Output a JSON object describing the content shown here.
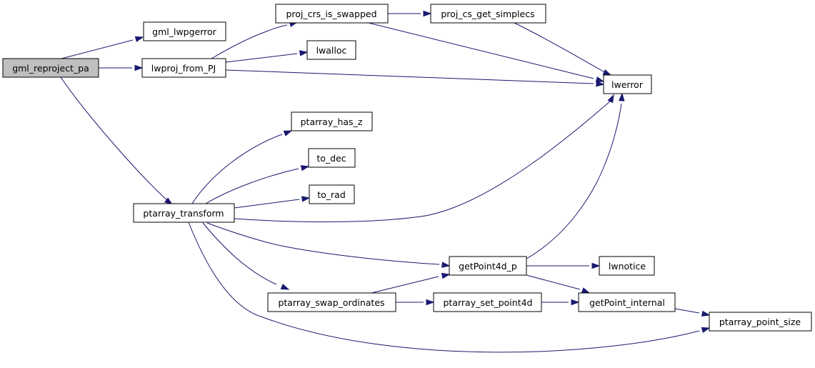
{
  "graph": {
    "title": "",
    "colors": {
      "edge": "#191970",
      "root_fill": "#bfbfbf",
      "node_fill": "#ffffff",
      "node_border": "#000000"
    },
    "nodes": {
      "gml_reproject_pa": "gml_reproject_pa",
      "gml_lwpgerror": "gml_lwpgerror",
      "lwproj_from_PJ": "lwproj_from_PJ",
      "ptarray_transform": "ptarray_transform",
      "proj_crs_is_swapped": "proj_crs_is_swapped",
      "proj_cs_get_simplecs": "proj_cs_get_simplecs",
      "lwalloc": "lwalloc",
      "lwerror": "lwerror",
      "ptarray_has_z": "ptarray_has_z",
      "to_dec": "to_dec",
      "to_rad": "to_rad",
      "getPoint4d_p": "getPoint4d_p",
      "lwnotice": "lwnotice",
      "ptarray_swap_ordinates": "ptarray_swap_ordinates",
      "ptarray_set_point4d": "ptarray_set_point4d",
      "getPoint_internal": "getPoint_internal",
      "ptarray_point_size": "ptarray_point_size"
    },
    "edges": [
      [
        "gml_reproject_pa",
        "gml_lwpgerror"
      ],
      [
        "gml_reproject_pa",
        "lwproj_from_PJ"
      ],
      [
        "gml_reproject_pa",
        "ptarray_transform"
      ],
      [
        "lwproj_from_PJ",
        "proj_crs_is_swapped"
      ],
      [
        "lwproj_from_PJ",
        "lwalloc"
      ],
      [
        "lwproj_from_PJ",
        "lwerror"
      ],
      [
        "proj_crs_is_swapped",
        "proj_cs_get_simplecs"
      ],
      [
        "proj_crs_is_swapped",
        "lwerror"
      ],
      [
        "proj_cs_get_simplecs",
        "lwerror"
      ],
      [
        "ptarray_transform",
        "ptarray_has_z"
      ],
      [
        "ptarray_transform",
        "to_dec"
      ],
      [
        "ptarray_transform",
        "to_rad"
      ],
      [
        "ptarray_transform",
        "lwerror"
      ],
      [
        "ptarray_transform",
        "getPoint4d_p"
      ],
      [
        "ptarray_transform",
        "ptarray_swap_ordinates"
      ],
      [
        "ptarray_transform",
        "ptarray_point_size"
      ],
      [
        "getPoint4d_p",
        "lwerror"
      ],
      [
        "getPoint4d_p",
        "lwnotice"
      ],
      [
        "getPoint4d_p",
        "getPoint_internal"
      ],
      [
        "ptarray_swap_ordinates",
        "getPoint4d_p"
      ],
      [
        "ptarray_swap_ordinates",
        "ptarray_set_point4d"
      ],
      [
        "ptarray_set_point4d",
        "getPoint_internal"
      ],
      [
        "getPoint_internal",
        "ptarray_point_size"
      ]
    ]
  }
}
